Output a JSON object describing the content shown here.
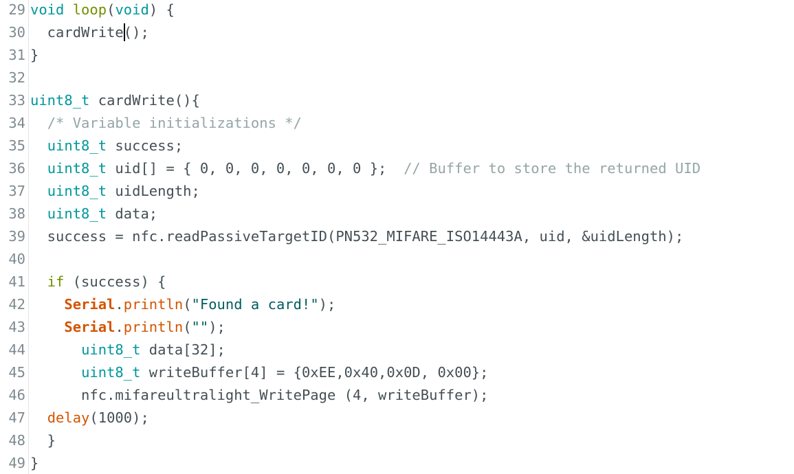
{
  "editor": {
    "lines": [
      {
        "number": "29",
        "tokens": [
          {
            "text": "void",
            "kind": "type"
          },
          {
            "text": " ",
            "kind": "plain"
          },
          {
            "text": "loop",
            "kind": "ctrl"
          },
          {
            "text": "(",
            "kind": "plain"
          },
          {
            "text": "void",
            "kind": "type"
          },
          {
            "text": ") {",
            "kind": "plain"
          }
        ]
      },
      {
        "number": "30",
        "tokens": [
          {
            "text": "  cardWrite",
            "kind": "plain"
          },
          {
            "text": "",
            "kind": "caret"
          },
          {
            "text": "();",
            "kind": "plain"
          }
        ]
      },
      {
        "number": "31",
        "tokens": [
          {
            "text": "}",
            "kind": "plain"
          }
        ]
      },
      {
        "number": "32",
        "tokens": []
      },
      {
        "number": "33",
        "tokens": [
          {
            "text": "uint8_t",
            "kind": "type"
          },
          {
            "text": " cardWrite(){",
            "kind": "plain"
          }
        ]
      },
      {
        "number": "34",
        "tokens": [
          {
            "text": "  ",
            "kind": "plain"
          },
          {
            "text": "/* Variable initializations */",
            "kind": "comment"
          }
        ]
      },
      {
        "number": "35",
        "tokens": [
          {
            "text": "  ",
            "kind": "plain"
          },
          {
            "text": "uint8_t",
            "kind": "type"
          },
          {
            "text": " success;",
            "kind": "plain"
          }
        ]
      },
      {
        "number": "36",
        "tokens": [
          {
            "text": "  ",
            "kind": "plain"
          },
          {
            "text": "uint8_t",
            "kind": "type"
          },
          {
            "text": " uid[] = { 0, 0, 0, 0, 0, 0, 0 };  ",
            "kind": "plain"
          },
          {
            "text": "// Buffer to store the returned UID",
            "kind": "comment"
          }
        ]
      },
      {
        "number": "37",
        "tokens": [
          {
            "text": "  ",
            "kind": "plain"
          },
          {
            "text": "uint8_t",
            "kind": "type"
          },
          {
            "text": " uidLength;",
            "kind": "plain"
          }
        ]
      },
      {
        "number": "38",
        "tokens": [
          {
            "text": "  ",
            "kind": "plain"
          },
          {
            "text": "uint8_t",
            "kind": "type"
          },
          {
            "text": " data;",
            "kind": "plain"
          }
        ]
      },
      {
        "number": "39",
        "tokens": [
          {
            "text": "  success = nfc.readPassiveTargetID(PN532_MIFARE_ISO14443A, uid, &uidLength);",
            "kind": "plain"
          }
        ]
      },
      {
        "number": "40",
        "tokens": []
      },
      {
        "number": "41",
        "tokens": [
          {
            "text": "  ",
            "kind": "plain"
          },
          {
            "text": "if",
            "kind": "ctrl"
          },
          {
            "text": " (success) {",
            "kind": "plain"
          }
        ]
      },
      {
        "number": "42",
        "tokens": [
          {
            "text": "    ",
            "kind": "plain"
          },
          {
            "text": "Serial",
            "kind": "serial"
          },
          {
            "text": ".",
            "kind": "plain"
          },
          {
            "text": "println",
            "kind": "core"
          },
          {
            "text": "(",
            "kind": "plain"
          },
          {
            "text": "\"Found a card!\"",
            "kind": "str"
          },
          {
            "text": ");",
            "kind": "plain"
          }
        ]
      },
      {
        "number": "43",
        "tokens": [
          {
            "text": "    ",
            "kind": "plain"
          },
          {
            "text": "Serial",
            "kind": "serial"
          },
          {
            "text": ".",
            "kind": "plain"
          },
          {
            "text": "println",
            "kind": "core"
          },
          {
            "text": "(",
            "kind": "plain"
          },
          {
            "text": "\"\"",
            "kind": "str"
          },
          {
            "text": ");",
            "kind": "plain"
          }
        ]
      },
      {
        "number": "44",
        "tokens": [
          {
            "text": "      ",
            "kind": "plain"
          },
          {
            "text": "uint8_t",
            "kind": "type"
          },
          {
            "text": " data[32];",
            "kind": "plain"
          }
        ]
      },
      {
        "number": "45",
        "tokens": [
          {
            "text": "      ",
            "kind": "plain"
          },
          {
            "text": "uint8_t",
            "kind": "type"
          },
          {
            "text": " writeBuffer[4] = {0xEE,0x40,0x0D, 0x00};",
            "kind": "plain"
          }
        ]
      },
      {
        "number": "46",
        "tokens": [
          {
            "text": "      nfc.mifareultralight_WritePage (4, writeBuffer);",
            "kind": "plain"
          }
        ]
      },
      {
        "number": "47",
        "tokens": [
          {
            "text": "  ",
            "kind": "plain"
          },
          {
            "text": "delay",
            "kind": "core"
          },
          {
            "text": "(1000);",
            "kind": "plain"
          }
        ]
      },
      {
        "number": "48",
        "tokens": [
          {
            "text": "  }",
            "kind": "plain"
          }
        ]
      },
      {
        "number": "49",
        "tokens": [
          {
            "text": "}",
            "kind": "plain"
          }
        ]
      }
    ]
  },
  "colors": {
    "background": "#ffffff",
    "line_number": "#7e8a90",
    "plain": "#434f54",
    "type": "#00979c",
    "control": "#728e00",
    "core_function": "#d35400",
    "string": "#005c5f",
    "comment": "#95a5a6"
  }
}
